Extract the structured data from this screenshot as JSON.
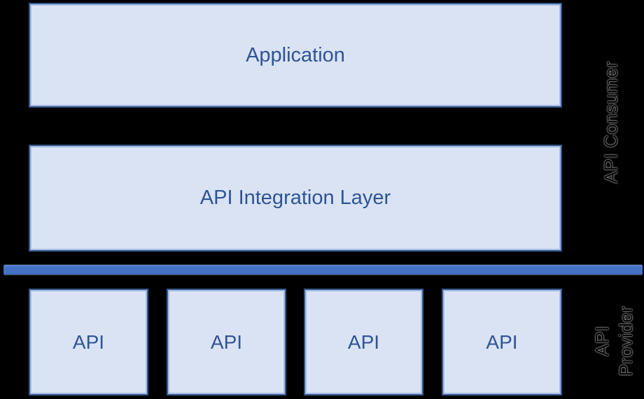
{
  "diagram": {
    "title": "API integration layering diagram",
    "background_color": "#000000",
    "colors": {
      "box_fill": "#dae3f3",
      "box_border": "#35598f",
      "box_inner_highlight": "#7d9fd6",
      "box_text": "#2f5496",
      "divider_line": "#4472c4",
      "side_label_text": "#000000",
      "side_label_fringe": "#ffffff"
    },
    "nodes": {
      "application": {
        "label": "Application"
      },
      "integration_layer": {
        "label": "API Integration Layer"
      },
      "apis": [
        {
          "label": "API"
        },
        {
          "label": "API"
        },
        {
          "label": "API"
        },
        {
          "label": "API"
        }
      ]
    },
    "side_labels": {
      "consumer": {
        "label": "API Consumer"
      },
      "provider": {
        "lines": [
          "API",
          "Provider"
        ]
      }
    }
  }
}
